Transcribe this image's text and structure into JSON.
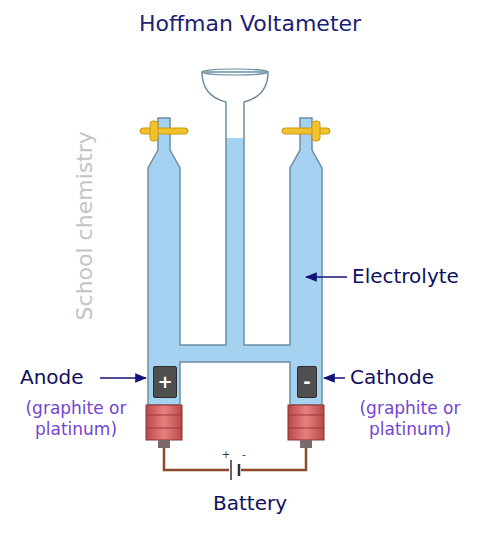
{
  "diagram": {
    "title": "Hoffman Voltameter",
    "nodes": [
      {
        "text": [
          "+"
        ]
      },
      {
        "text": [
          "-"
        ]
      }
    ],
    "labels": [
      "School chemistry",
      "Electrolyte",
      "Anode",
      "(graphite or platinum)",
      "Cathode",
      "(graphite or platinum)",
      "+",
      "-",
      "Battery"
    ]
  }
}
